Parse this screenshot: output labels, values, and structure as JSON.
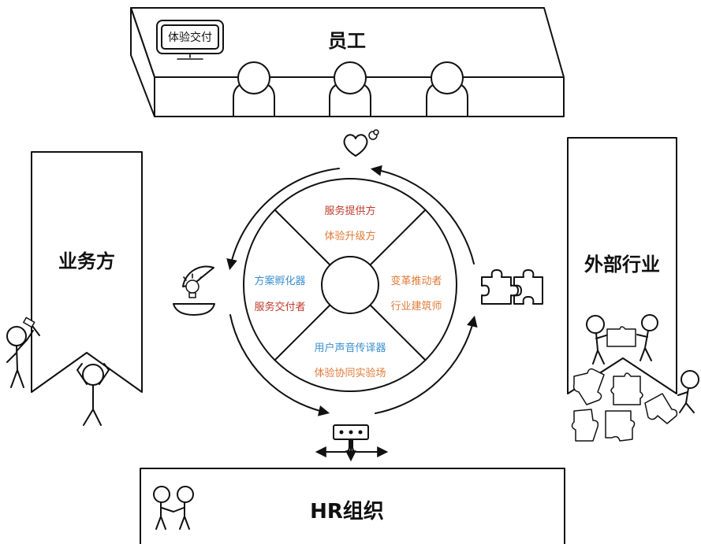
{
  "stakeholders": {
    "employees": "员工",
    "business": "业务方",
    "external_industry": "外部行业",
    "hr_org": "HR组织"
  },
  "monitor_label": "体验交付",
  "wheel": {
    "top": [
      {
        "text": "服务提供方",
        "color": "#c0392b"
      },
      {
        "text": "体验升级方",
        "color": "#e07b39"
      }
    ],
    "left": [
      {
        "text": "方案孵化器",
        "color": "#3a8fd0"
      },
      {
        "text": "服务交付者",
        "color": "#c0392b"
      }
    ],
    "right": [
      {
        "text": "变革推动者",
        "color": "#e07b39"
      },
      {
        "text": "行业建筑师",
        "color": "#e07b39"
      }
    ],
    "bottom": [
      {
        "text": "用户声音传译器",
        "color": "#3a8fd0"
      },
      {
        "text": "体验协同实验场",
        "color": "#e07b39"
      }
    ]
  },
  "icons": [
    "heart-icon",
    "lightbulb-icon",
    "puzzle-icon",
    "hub-arrows-icon"
  ]
}
